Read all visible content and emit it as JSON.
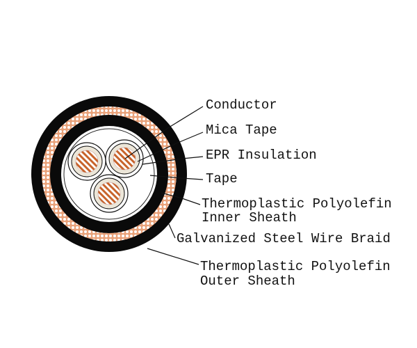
{
  "labels": {
    "conductor": "Conductor",
    "mica_tape": "Mica Tape",
    "epr_insulation": "EPR Insulation",
    "tape": "Tape",
    "inner_sheath_line1": "Thermoplastic Polyolefin",
    "inner_sheath_line2": "Inner Sheath",
    "braid": "Galvanized Steel Wire Braid",
    "outer_sheath_line1": "Thermoplastic Polyolefin",
    "outer_sheath_line2": "Outer Sheath"
  },
  "colors": {
    "sheath": "#0a0a0a",
    "braid": "#e9a27a",
    "copper": "#c8642c",
    "insulation": "#ece6d8"
  }
}
